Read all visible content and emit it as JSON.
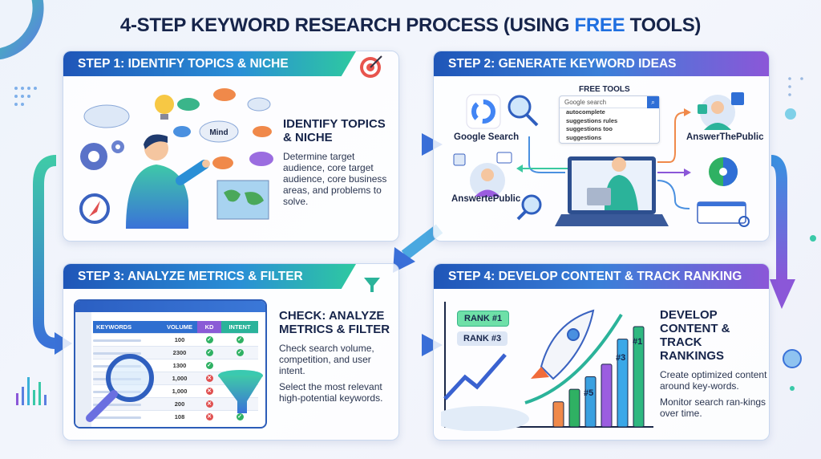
{
  "title": {
    "prefix": "4-STEP KEYWORD RESEARCH PROCESS (USING ",
    "highlight": "FREE",
    "suffix": " TOOLS)"
  },
  "colors": {
    "navy": "#16244a",
    "blue": "#1f6fe0",
    "teal": "#2ec9a0",
    "purple": "#8b57d8",
    "green": "#2fb163",
    "red": "#e05050"
  },
  "step1": {
    "header": "STEP 1: IDENTIFY TOPICS & NICHE",
    "heading": "IDENTIFY TOPICS & NICHE",
    "body": "Determine target audience, core target audience, core business areas, and problems to solve.",
    "mind_label": "Mind"
  },
  "step2": {
    "header": "STEP 2: GENERATE KEYWORD IDEAS",
    "free_tools": "FREE TOOLS",
    "search_placeholder": "Google search",
    "suggestions": [
      "autocomplete",
      "suggestions rules",
      "suggestions too",
      "suggestions"
    ],
    "tools": [
      "Google Search",
      "AnswerThePublic",
      "AnswertePublic"
    ]
  },
  "step3": {
    "header": "STEP 3: ANALYZE METRICS & FILTER",
    "heading": "CHECK: ANALYZE METRICS & FILTER",
    "body1": "Check search volume, competition, and user intent.",
    "body2": "Select the most relevant high-potential keywords.",
    "columns": [
      "KEYWORDS",
      "VOLUME",
      "KD",
      "INTENT"
    ],
    "rows": [
      {
        "volume": "100",
        "kd": "ok",
        "intent": "ok"
      },
      {
        "volume": "2300",
        "kd": "ok",
        "intent": "ok"
      },
      {
        "volume": "1300",
        "kd": "ok",
        "intent": ""
      },
      {
        "volume": "1,000",
        "kd": "bad",
        "intent": ""
      },
      {
        "volume": "1,000",
        "kd": "bad",
        "intent": ""
      },
      {
        "volume": "200",
        "kd": "bad",
        "intent": ""
      },
      {
        "volume": "108",
        "kd": "bad",
        "intent": "ok"
      }
    ]
  },
  "step4": {
    "header": "STEP 4: DEVELOP CONTENT & TRACK RANKING",
    "heading": "DEVELOP CONTENT & TRACK RANKINGS",
    "body1": "Create optimized content around key-words.",
    "body2": "Monitor search ran-kings over time.",
    "rank1": "RANK #1",
    "rank3": "RANK #3",
    "bar_labels": [
      "#5",
      "#3",
      "#1"
    ],
    "bar_values": [
      2,
      3,
      4,
      5,
      7,
      8
    ]
  }
}
